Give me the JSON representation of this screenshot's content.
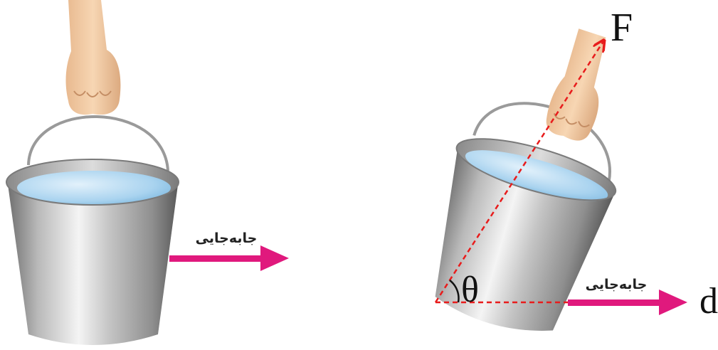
{
  "left_panel": {
    "displacement_label": "جابه‌جایی",
    "arrow_color": "#e0197d"
  },
  "right_panel": {
    "displacement_label": "جابه‌جایی",
    "force_symbol": "F",
    "displacement_symbol": "d",
    "angle_symbol": "θ",
    "arrow_color": "#e0197d",
    "vector_color": "#e81c1c"
  },
  "icons": [
    "hand-icon",
    "bucket-icon",
    "arrow-icon"
  ]
}
